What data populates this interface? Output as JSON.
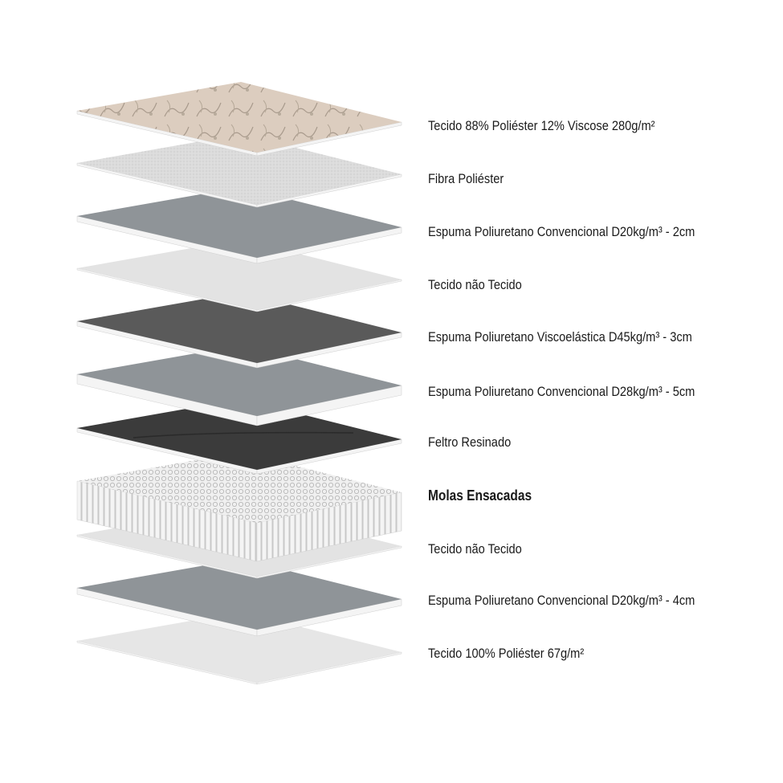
{
  "layers": [
    {
      "label": "Tecido 88% Poliéster 12% Viscose 280g/m²",
      "bold": false
    },
    {
      "label": "Fibra Poliéster",
      "bold": false
    },
    {
      "label": "Espuma Poliuretano Convencional D20kg/m³ - 2cm",
      "bold": false
    },
    {
      "label": "Tecido não Tecido",
      "bold": false
    },
    {
      "label": "Espuma Poliuretano Viscoelástica D45kg/m³ - 3cm",
      "bold": false
    },
    {
      "label": "Espuma Poliuretano Convencional D28kg/m³ - 5cm",
      "bold": false
    },
    {
      "label": "Feltro Resinado",
      "bold": false
    },
    {
      "label": "Molas Ensacadas",
      "bold": true
    },
    {
      "label": "Tecido não Tecido",
      "bold": false
    },
    {
      "label": "Espuma Poliuretano Convencional D20kg/m³ - 4cm",
      "bold": false
    },
    {
      "label": "Tecido 100% Poliéster 67g/m²",
      "bold": false
    }
  ],
  "colors": {
    "fabric_top": "#d8c9bd",
    "fiber": "#c9c9c9",
    "foam_conventional": "#8f9498",
    "non_woven": "#e3e3e3",
    "viscoelastic": "#5a5a5a",
    "felt": "#3b3b3b",
    "springs": "#f2f2f2",
    "fabric_bottom": "#e6e6e6",
    "edge": "#f4f4f4"
  }
}
